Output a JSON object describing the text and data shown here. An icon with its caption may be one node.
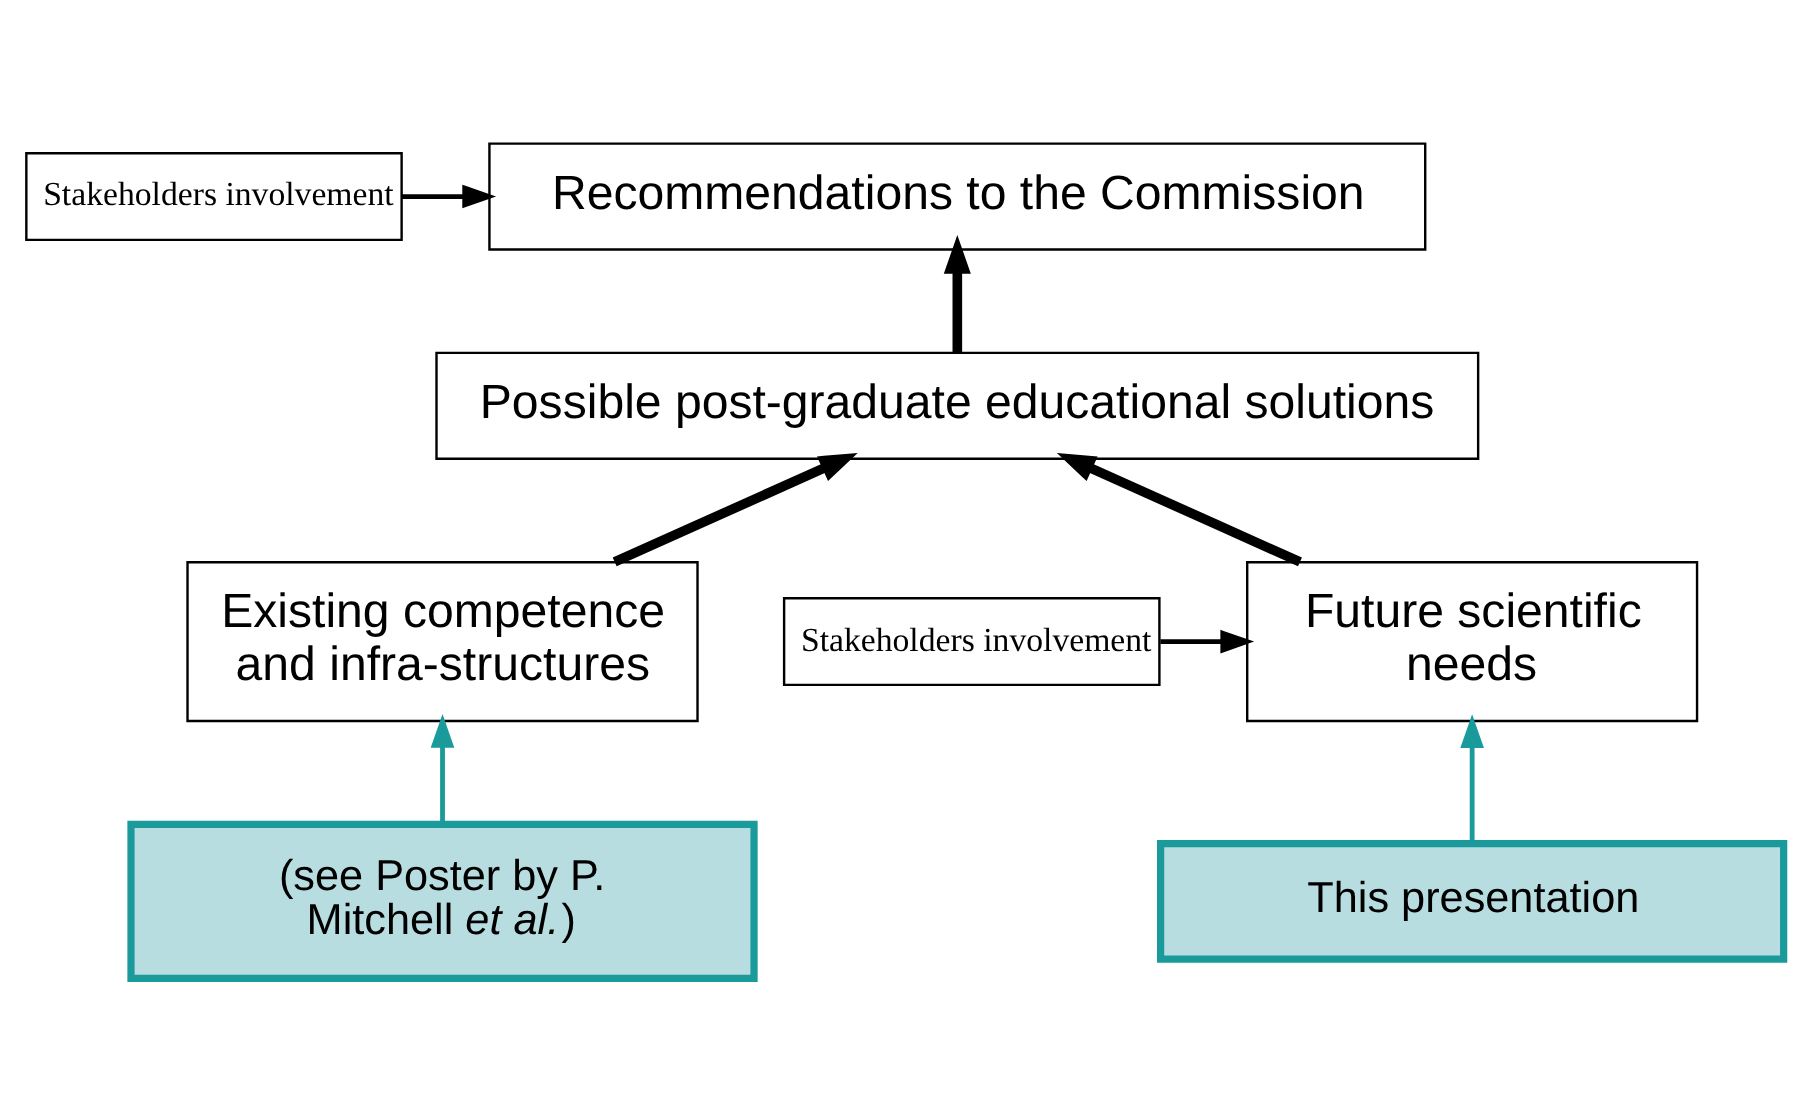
{
  "diagram": {
    "nodes": [
      {
        "text": [
          "Recommendations to the Commission"
        ]
      },
      {
        "text": [
          "Stakeholders involvement"
        ]
      },
      {
        "text": [
          "Possible post-graduate educational solutions"
        ]
      },
      {
        "text": [
          "Existing competence and infra-structures"
        ]
      },
      {
        "text": [
          "Future scientific needs"
        ]
      },
      {
        "text": [
          "Stakeholders involvement"
        ]
      },
      {
        "text": [
          "(see Poster by P. Mitchell *et al.*)"
        ]
      },
      {
        "text": [
          "This presentation"
        ]
      }
    ],
    "edges": [
      {
        "from": 1,
        "to": 0,
        "arrow": "to"
      },
      {
        "from": 2,
        "to": 0,
        "arrow": "to",
        "style": "thick"
      },
      {
        "from": 3,
        "to": 2,
        "arrow": "to",
        "style": "thick"
      },
      {
        "from": 4,
        "to": 2,
        "arrow": "to",
        "style": "thick"
      },
      {
        "from": 5,
        "to": 4,
        "arrow": "to"
      },
      {
        "from": 6,
        "to": 3,
        "arrow": "to",
        "color": "#1a9a9a"
      },
      {
        "from": 7,
        "to": 4,
        "arrow": "to",
        "color": "#1a9a9a"
      }
    ]
  }
}
